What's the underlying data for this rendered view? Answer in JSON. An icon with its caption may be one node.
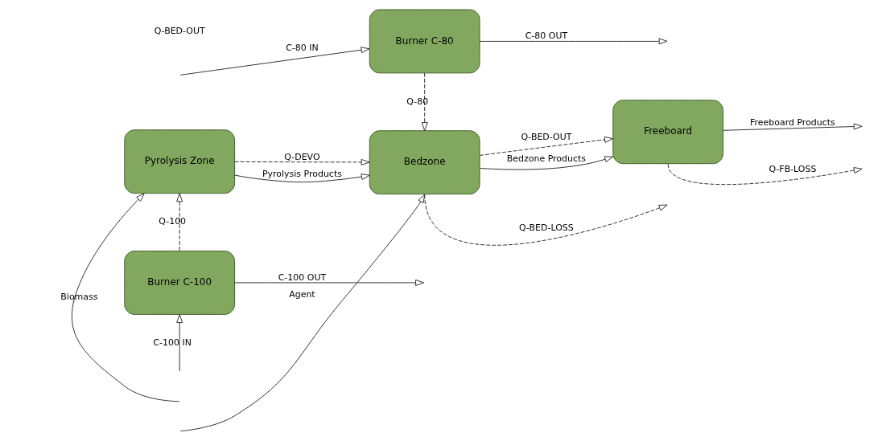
{
  "diagram": {
    "nodes": [
      {
        "text": [
          "Burner C-80"
        ]
      },
      {
        "text": [
          "Pyrolysis Zone"
        ]
      },
      {
        "text": [
          "Bedzone"
        ]
      },
      {
        "text": [
          "Freeboard"
        ]
      },
      {
        "text": [
          "Burner C-100"
        ]
      }
    ],
    "edges": [
      {
        "from": null,
        "to": 0,
        "arrow": "to",
        "label": "C-80 IN"
      },
      {
        "from": 0,
        "to": null,
        "arrow": "to",
        "label": "C-80 OUT"
      },
      {
        "from": 1,
        "to": 2,
        "arrow": "to",
        "label": "Q-DEVO",
        "style": "dashed"
      },
      {
        "from": 0,
        "to": 2,
        "arrow": "to",
        "label": "Q-80",
        "style": "dashed"
      },
      {
        "from": 2,
        "to": 3,
        "arrow": "to",
        "label": "Q-BED-OUT",
        "style": "dashed"
      },
      {
        "from": null,
        "to": 1,
        "arrow": "to",
        "label": "Biomass"
      },
      {
        "from": 1,
        "to": 2,
        "arrow": "to",
        "label": "Pyrolysis Products"
      },
      {
        "from": 2,
        "to": 3,
        "arrow": "to",
        "label": "Bedzone Products"
      },
      {
        "from": 3,
        "to": null,
        "arrow": "to",
        "label": "Q-FB-LOSS",
        "style": "dashed"
      },
      {
        "from": null,
        "to": 2,
        "arrow": "to",
        "label": "Agent"
      },
      {
        "from": 2,
        "to": null,
        "arrow": "to",
        "label": "Q-BED-LOSS",
        "style": "dashed"
      },
      {
        "from": 3,
        "to": null,
        "arrow": "to",
        "label": "Freeboard Products"
      },
      {
        "from": 4,
        "to": 1,
        "arrow": "to",
        "label": "Q-100",
        "style": "dashed"
      },
      {
        "from": 4,
        "to": null,
        "arrow": "to",
        "label": "C-100 OUT"
      },
      {
        "from": null,
        "to": 4,
        "arrow": "to",
        "label": "C-100 IN"
      }
    ],
    "labels": [
      "Q-BED-OUT"
    ]
  }
}
